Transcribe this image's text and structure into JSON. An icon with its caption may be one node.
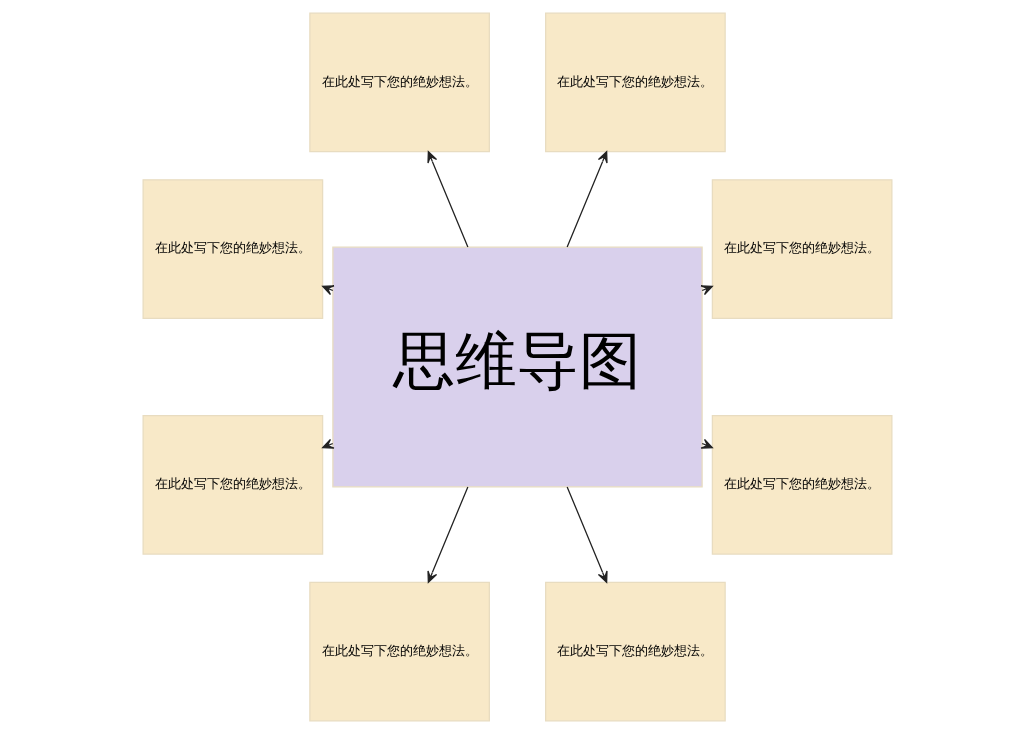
{
  "diagram": {
    "nodes": [
      {
        "text": [
          "思维导图"
        ]
      },
      {
        "text": [
          "在此处写下您的绝妙想法。"
        ]
      },
      {
        "text": [
          "在此处写下您的绝妙想法。"
        ]
      },
      {
        "text": [
          "在此处写下您的绝妙想法。"
        ]
      },
      {
        "text": [
          "在此处写下您的绝妙想法。"
        ]
      },
      {
        "text": [
          "在此处写下您的绝妙想法。"
        ]
      },
      {
        "text": [
          "在此处写下您的绝妙想法。"
        ]
      },
      {
        "text": [
          "在此处写下您的绝妙想法。"
        ]
      },
      {
        "text": [
          "在此处写下您的绝妙想法。"
        ]
      }
    ],
    "edges": [
      {
        "from": 0,
        "to": 1,
        "arrow": "to"
      },
      {
        "from": 0,
        "to": 2,
        "arrow": "to"
      },
      {
        "from": 0,
        "to": 3,
        "arrow": "to"
      },
      {
        "from": 0,
        "to": 4,
        "arrow": "to"
      },
      {
        "from": 0,
        "to": 5,
        "arrow": "to"
      },
      {
        "from": 0,
        "to": 6,
        "arrow": "to"
      },
      {
        "from": 0,
        "to": 7,
        "arrow": "to"
      },
      {
        "from": 0,
        "to": 8,
        "arrow": "to"
      }
    ]
  }
}
